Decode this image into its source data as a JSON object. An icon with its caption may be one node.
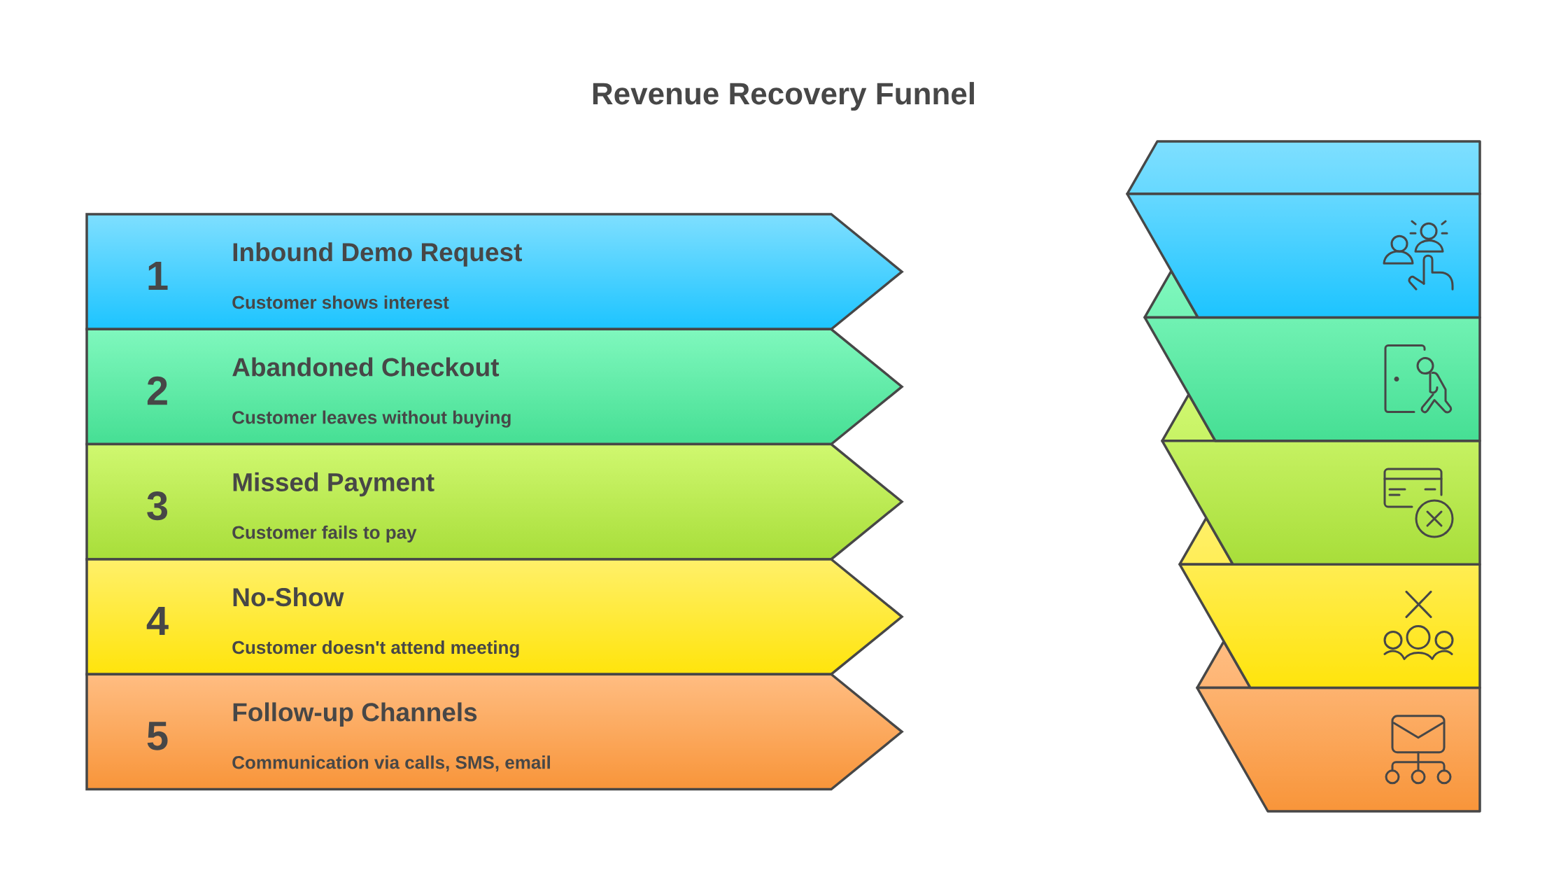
{
  "diagram": {
    "title": "Revenue Recovery Funnel",
    "nodes": [
      {
        "text": [
          "1",
          "Inbound Demo Request",
          "Customer shows interest"
        ]
      },
      {
        "text": [
          "2",
          "Abandoned Checkout",
          "Customer leaves without buying"
        ]
      },
      {
        "text": [
          "3",
          "Missed Payment",
          "Customer fails to pay"
        ]
      },
      {
        "text": [
          "4",
          "No-Show",
          "Customer doesn't attend meeting"
        ]
      },
      {
        "text": [
          "5",
          "Follow-up Channels",
          "Communication via calls, SMS, email"
        ]
      }
    ]
  }
}
